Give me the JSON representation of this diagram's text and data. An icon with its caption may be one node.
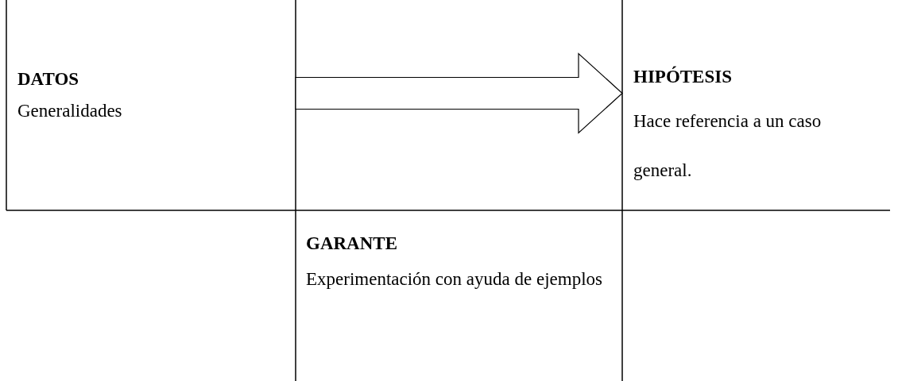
{
  "diagram": {
    "nodes": [
      {
        "text": [
          "DATOS",
          "Generalidades"
        ]
      },
      {
        "text": [
          "HIPÓTESIS",
          "Hace referencia a un caso general."
        ]
      },
      {
        "text": [
          "GARANTE",
          "Experimentación con ayuda de ejemplos"
        ]
      }
    ],
    "edges": [
      {
        "from": 0,
        "to": 1,
        "arrow": "to"
      }
    ]
  }
}
